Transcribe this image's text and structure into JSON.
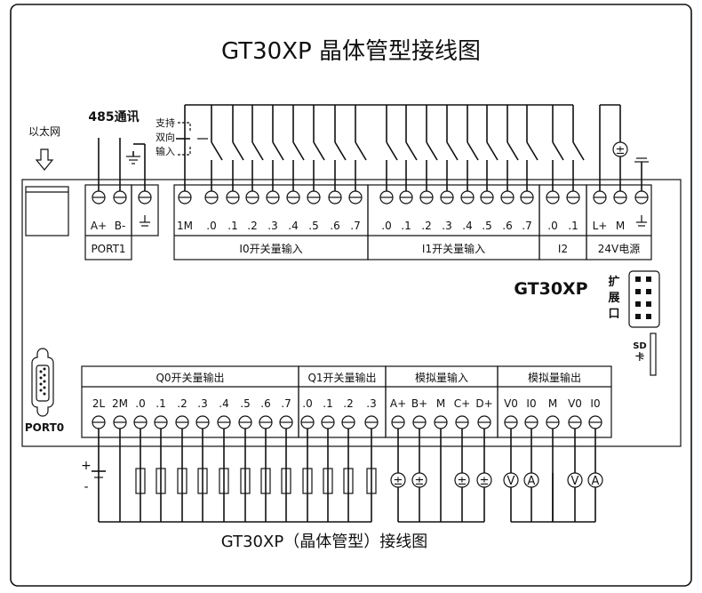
{
  "title": "GT30XP 晶体管型接线图",
  "subtitle": "GT30XP（晶体管型）接线图",
  "model_label": "GT30XP",
  "ethernet_label": "以太网",
  "rs485_label": "485通讯",
  "bidirectional_note": [
    "支持",
    "双向",
    "输入"
  ],
  "expansion_label": [
    "扩",
    "展",
    "口"
  ],
  "sd_label": [
    "SD",
    "卡"
  ],
  "port0_label": "PORT0",
  "top_blocks": [
    {
      "name": "PORT1",
      "terminals": [
        "A+",
        "B-"
      ]
    },
    {
      "name": "",
      "terminals": [
        "⏚"
      ]
    },
    {
      "name": "I0开关量输入",
      "terminals": [
        "1M",
        ".0",
        ".1",
        ".2",
        ".3",
        ".4",
        ".5",
        ".6",
        ".7"
      ]
    },
    {
      "name": "I1开关量输入",
      "terminals": [
        ".0",
        ".1",
        ".2",
        ".3",
        ".4",
        ".5",
        ".6",
        ".7"
      ]
    },
    {
      "name": "I2",
      "terminals": [
        ".0",
        ".1"
      ]
    },
    {
      "name": "24V电源",
      "terminals": [
        "L+",
        "M",
        "⏚"
      ]
    }
  ],
  "bottom_blocks": [
    {
      "name": "Q0开关量输出",
      "terminals": [
        "2L",
        "2M",
        ".0",
        ".1",
        ".2",
        ".3",
        ".4",
        ".5",
        ".6",
        ".7"
      ]
    },
    {
      "name": "Q1开关量输出",
      "terminals": [
        ".0",
        ".1",
        ".2",
        ".3"
      ]
    },
    {
      "name": "模拟量输入",
      "terminals": [
        "A+",
        "B+",
        "M",
        "C+",
        "D+"
      ]
    },
    {
      "name": "模拟量输出",
      "terminals": [
        "V0",
        "I0",
        "M",
        "V0",
        "I0"
      ]
    }
  ],
  "symbols": {
    "source": "±",
    "voltmeter": "V",
    "ammeter": "A",
    "plus": "+",
    "minus": "-"
  }
}
